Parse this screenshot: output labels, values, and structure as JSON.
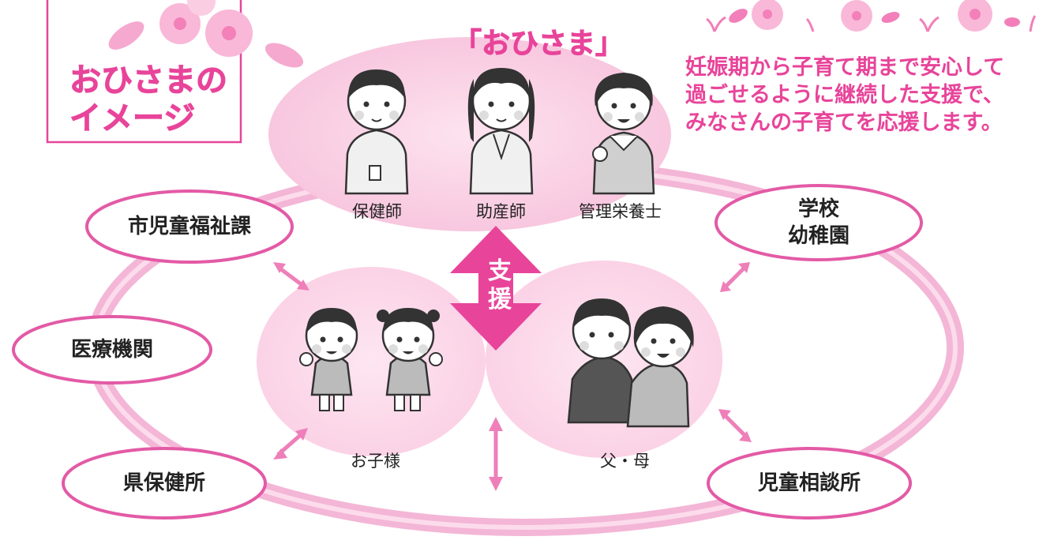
{
  "title_box": {
    "lines": [
      "おひさまの",
      "イメージ"
    ]
  },
  "group": {
    "title": "「おひさま」",
    "roles": [
      "保健師",
      "助産師",
      "管理栄養士"
    ]
  },
  "message": {
    "lines": [
      "妊娠期から子育て期まで安心して",
      "過ごせるように継続した支援で、",
      "みなさんの子育てを応援します。"
    ]
  },
  "support": {
    "chars": [
      "支",
      "援"
    ]
  },
  "nodes": {
    "city_welfare": "市児童福祉課",
    "school": [
      "学校",
      "幼稚園"
    ],
    "medical": "医療機関",
    "prefecture_health": "県保健所",
    "child_consult": "児童相談所"
  },
  "people": {
    "children": "お子様",
    "parents": "父・母"
  },
  "colors": {
    "accent": "#e8449a",
    "ring": "#f3b2d3",
    "soft_pink": "#fbd9ea",
    "arrow": "#ee7fb9"
  }
}
